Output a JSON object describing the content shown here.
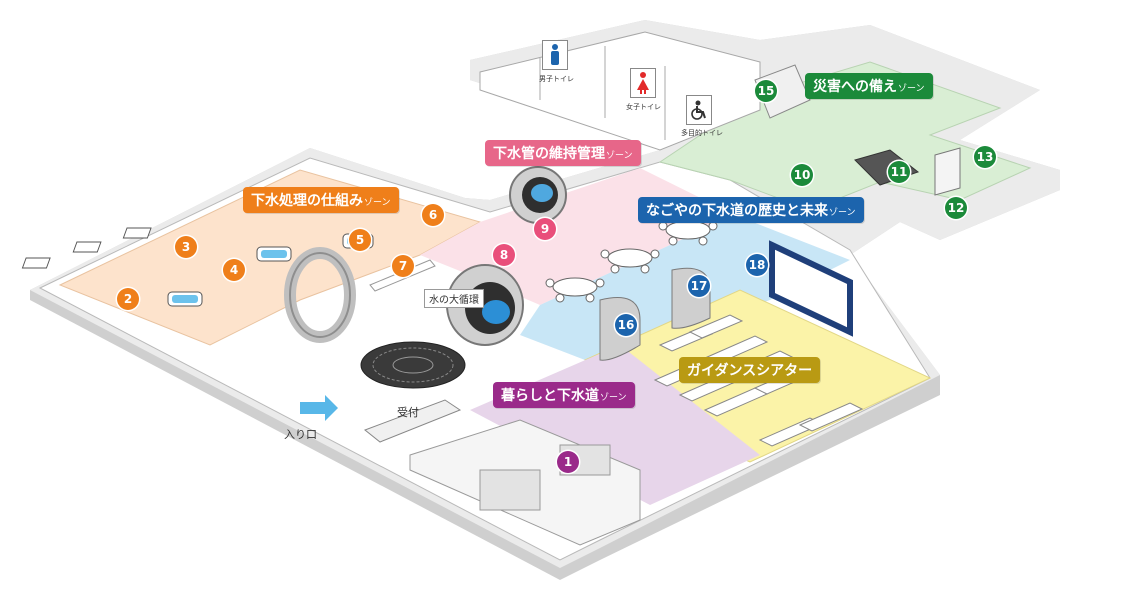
{
  "zones": {
    "gesui_shori": {
      "label": "下水処理の仕組み",
      "suffix": "ゾーン",
      "color": "#ef7f1a"
    },
    "gesuikan": {
      "label": "下水管の維持管理",
      "suffix": "ゾーン",
      "color": "#e76689"
    },
    "nagoya": {
      "label": "なごやの下水道の歴史と未来",
      "suffix": "ゾーン",
      "color": "#1c64ad"
    },
    "saigai": {
      "label": "災害への備え",
      "suffix": "ゾーン",
      "color": "#1b8a3a"
    },
    "kurashi": {
      "label": "暮らしと下水道",
      "suffix": "ゾーン",
      "color": "#9a2a8a"
    },
    "guidance": {
      "label": "ガイダンスシアター",
      "suffix": "",
      "color": "#b99a13"
    }
  },
  "labels": {
    "mizu_daijunkan": "水の大循環",
    "uketsuke": "受付",
    "iriguchi": "入り口"
  },
  "restrooms": {
    "men": "男子トイレ",
    "women": "女子トイレ",
    "multi": "多目的トイレ"
  },
  "pins": [
    {
      "n": "1",
      "zone": "purple"
    },
    {
      "n": "2",
      "zone": "orange"
    },
    {
      "n": "3",
      "zone": "orange"
    },
    {
      "n": "4",
      "zone": "orange"
    },
    {
      "n": "5",
      "zone": "orange"
    },
    {
      "n": "6",
      "zone": "orange"
    },
    {
      "n": "7",
      "zone": "orange"
    },
    {
      "n": "8",
      "zone": "pink"
    },
    {
      "n": "9",
      "zone": "pink"
    },
    {
      "n": "10",
      "zone": "green"
    },
    {
      "n": "11",
      "zone": "green"
    },
    {
      "n": "12",
      "zone": "green"
    },
    {
      "n": "13",
      "zone": "green"
    },
    {
      "n": "15",
      "zone": "green"
    },
    {
      "n": "16",
      "zone": "blue"
    },
    {
      "n": "17",
      "zone": "blue"
    },
    {
      "n": "18",
      "zone": "blue"
    }
  ],
  "colors": {
    "orange_floor": "#fde3cc",
    "pink_floor": "#fbe1e8",
    "blue_floor": "#c8e6f6",
    "green_floor": "#d9eed4",
    "yellow_floor": "#fbf3a8",
    "purple_floor": "#e7d5ea",
    "wall": "#d4d4d4",
    "wall_dark": "#a8a8a8"
  }
}
